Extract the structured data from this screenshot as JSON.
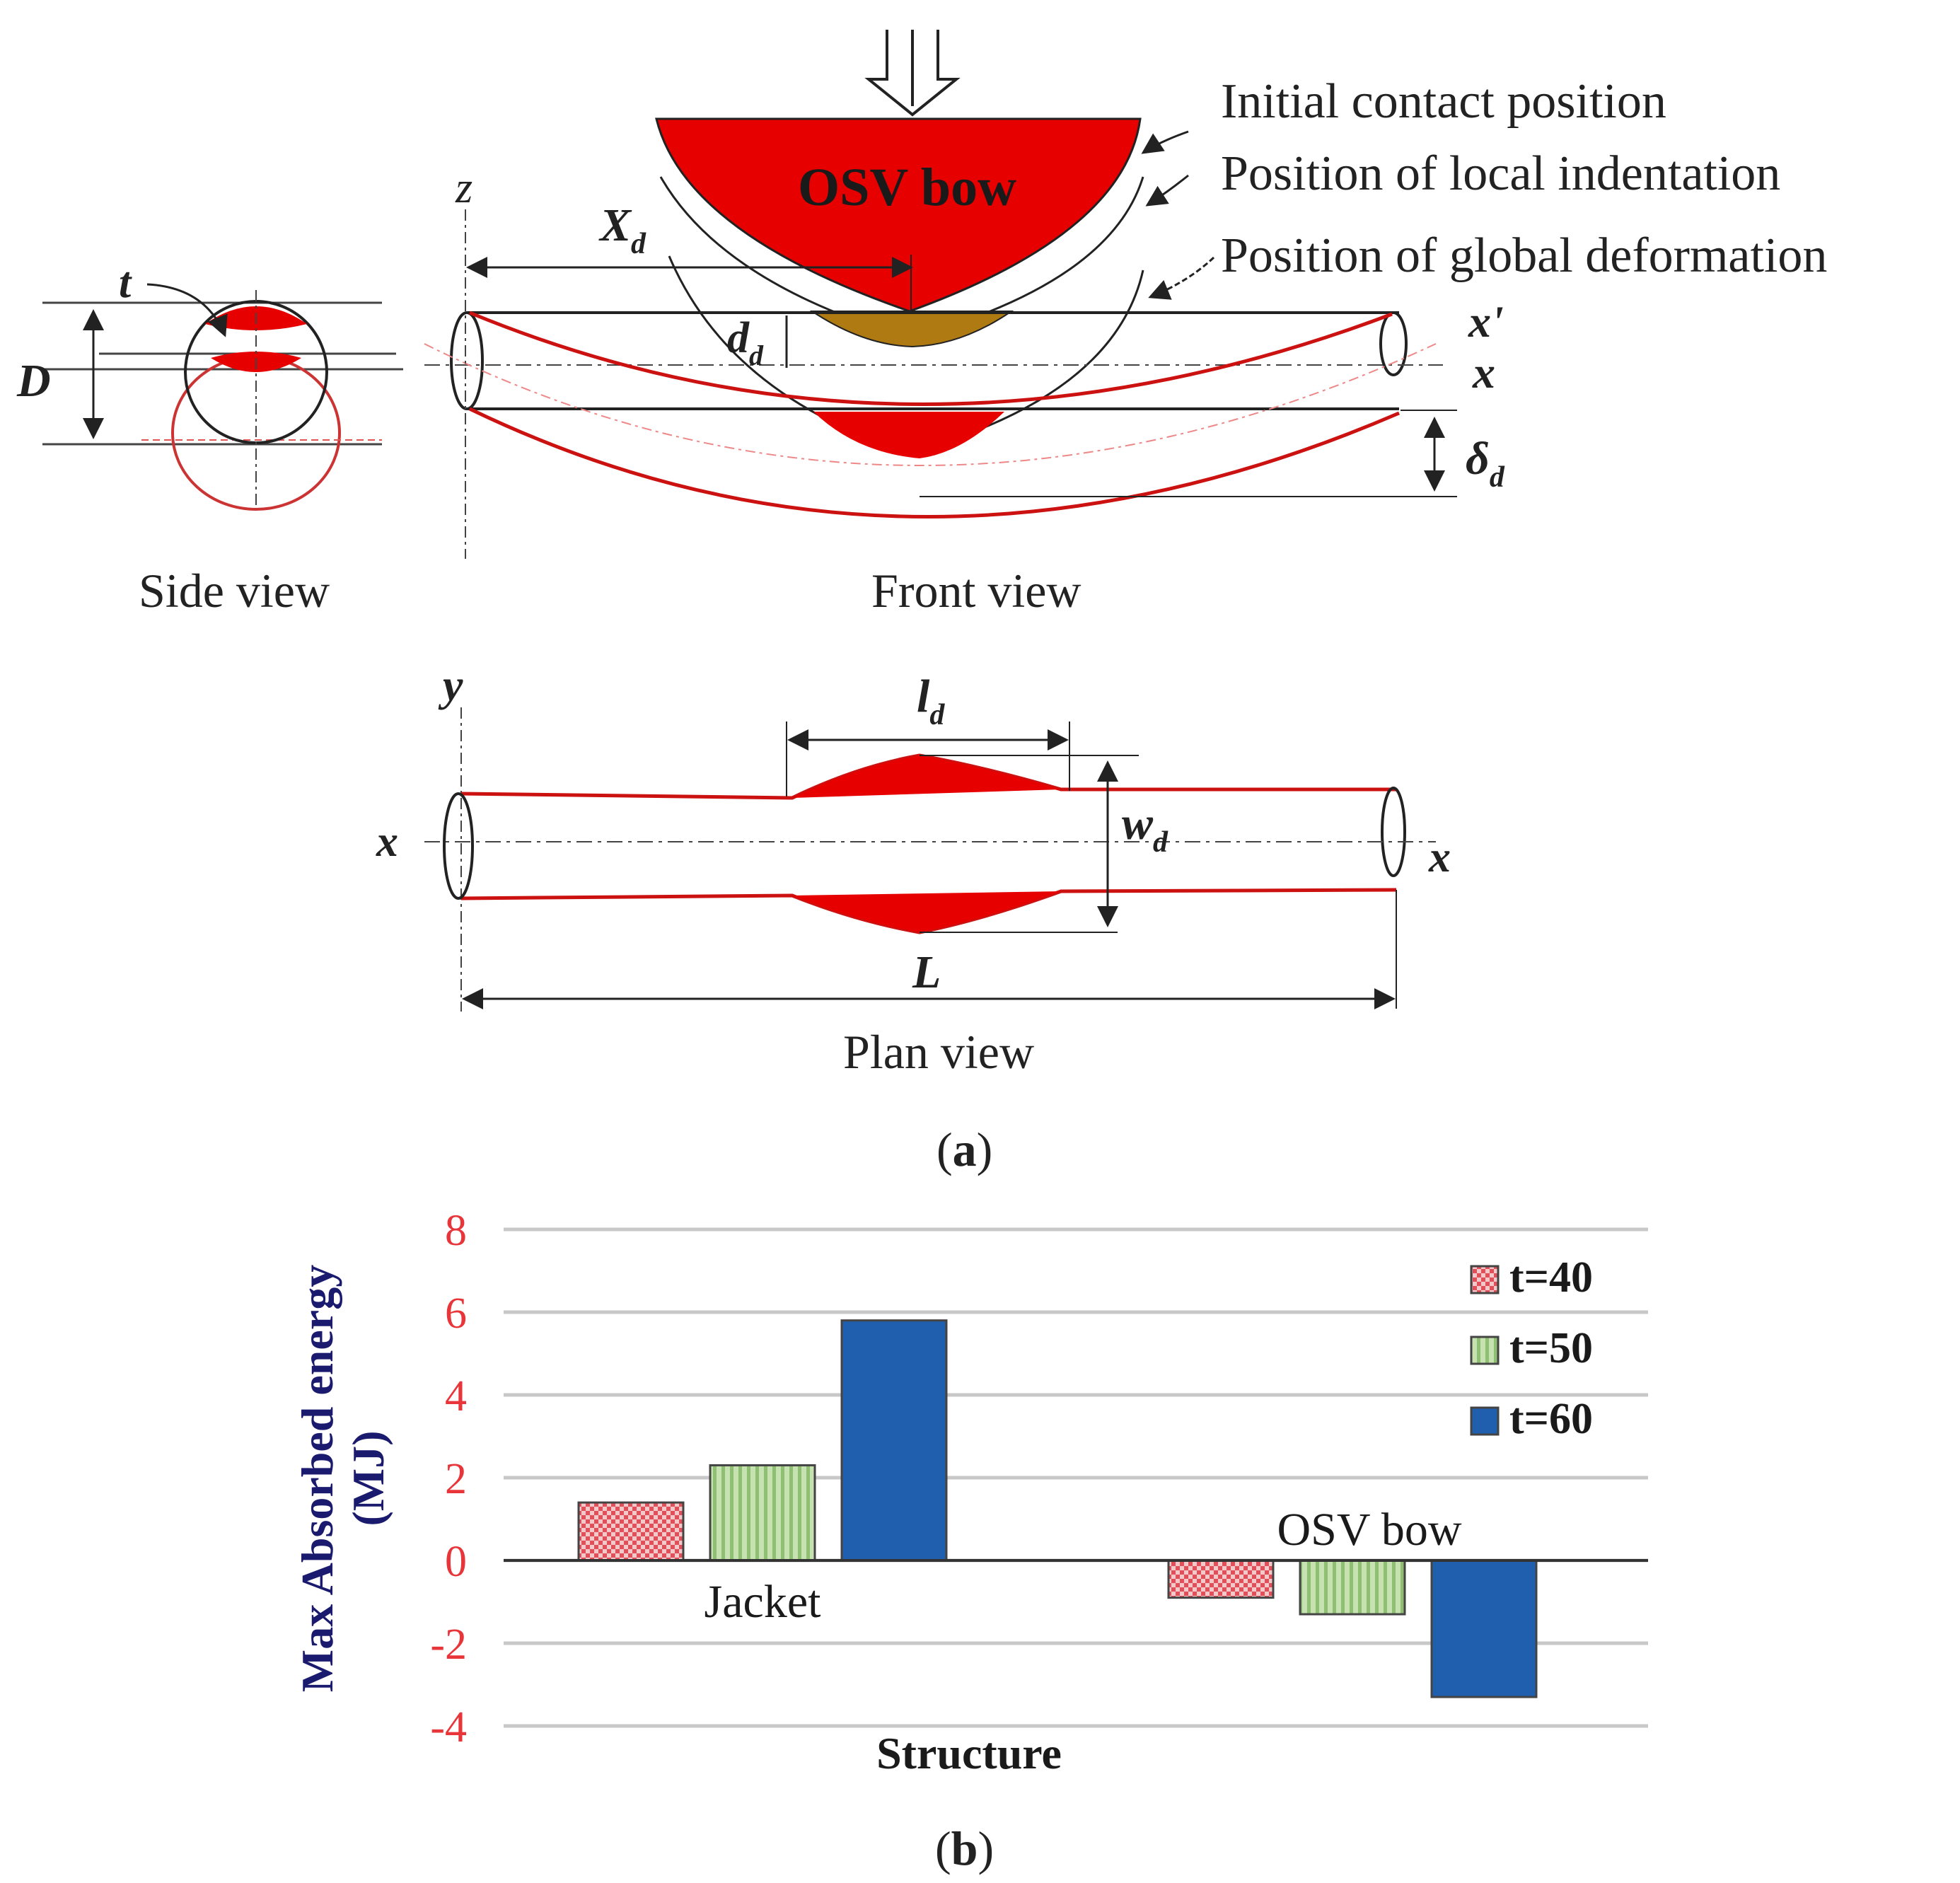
{
  "figure_a": {
    "bow_label": "OSV bow",
    "callouts": [
      "Initial contact position",
      "Position of local indentation",
      "Position of global deformation"
    ],
    "dims": {
      "t": "t",
      "D": "D",
      "Xd": "X",
      "Xd_sub": "d",
      "dd": "d",
      "dd_sub": "d",
      "delta": "δ",
      "delta_sub": "d",
      "ld": "l",
      "ld_sub": "d",
      "wd": "w",
      "wd_sub": "d",
      "L": "L"
    },
    "axes": {
      "z": "z",
      "y": "y",
      "x_prime": "x'",
      "x_front": "x",
      "x_plan_left": "x",
      "x_plan_right": "x"
    },
    "views": {
      "side": "Side view",
      "front": "Front view",
      "plan": "Plan view"
    },
    "caption": {
      "open": "(",
      "letter": "a",
      "close": ")"
    }
  },
  "figure_b": {
    "caption": {
      "open": "(",
      "letter": "b",
      "close": ")"
    },
    "colors": {
      "t40": "#e0505a",
      "t50": "#a8d08d",
      "t60": "#1f5fae",
      "tick": "#e8353a",
      "ylabel": "#1a1a6e"
    }
  },
  "chart_data": {
    "type": "bar",
    "categories": [
      "Jacket",
      "OSV bow"
    ],
    "series": [
      {
        "name": "t=40",
        "values": [
          1.4,
          -0.9
        ]
      },
      {
        "name": "t=50",
        "values": [
          2.3,
          -1.3
        ]
      },
      {
        "name": "t=60",
        "values": [
          5.8,
          -3.3
        ]
      }
    ],
    "ylabel_line1": "Max Absorbed energy",
    "ylabel_line2": "(MJ)",
    "xlabel": "Structure",
    "yticks": [
      "8",
      "6",
      "4",
      "2",
      "0",
      "-2",
      "-4"
    ],
    "ylim": [
      -4,
      8
    ],
    "grid": true,
    "legend_position": "top-right"
  }
}
